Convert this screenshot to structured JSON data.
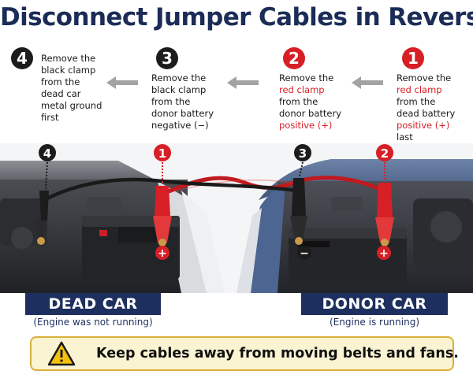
{
  "title": "Disconnect Jumper Cables in Reverse Order",
  "steps": [
    {
      "number": "4",
      "lines": [
        "Remove the",
        "black clamp",
        "from the",
        "dead car",
        "metal ground",
        "first"
      ],
      "badge_color": "#1c1c1c"
    },
    {
      "number": "3",
      "lines": [
        "Remove the",
        "black clamp",
        "from the",
        "donor battery",
        "negative (−)"
      ],
      "badge_color": "#1c1c1c"
    },
    {
      "number": "2",
      "lines": [
        "Remove the",
        "red clamp",
        "from the",
        "donor battery",
        "positive (+)"
      ],
      "badge_color": "#d71f26"
    },
    {
      "number": "1",
      "lines": [
        "Remove the",
        "red clamp",
        "from the",
        "dead battery",
        "positive (+)",
        "last"
      ],
      "badge_color": "#d71f26"
    }
  ],
  "markers": [
    "4",
    "1",
    "3",
    "2"
  ],
  "terminal_symbols": {
    "positive": "+",
    "negative": "−"
  },
  "dead_car": {
    "label": "DEAD CAR",
    "note": "(Engine was not running)"
  },
  "donor_car": {
    "label": "DONOR CAR",
    "note": "(Engine is running)"
  },
  "warning": {
    "text": "Keep cables away from moving belts and fans.",
    "icon": "warning-triangle-icon"
  },
  "colors": {
    "navy": "#1d2f5e",
    "red": "#d71f26",
    "black": "#1c1c1c",
    "warning_bg": "#fbf4d2",
    "warning_border": "#d9b03a"
  }
}
